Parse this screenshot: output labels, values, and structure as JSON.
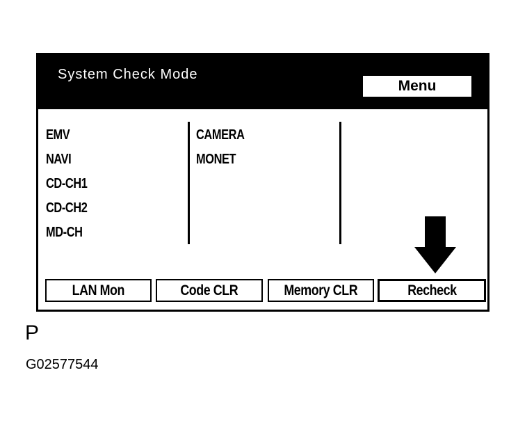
{
  "screen": {
    "title": "System Check Mode",
    "menu_label": "Menu",
    "column1": [
      "EMV",
      "NAVI",
      "CD-CH1",
      "CD-CH2",
      "MD-CH"
    ],
    "column2": [
      "CAMERA",
      "MONET"
    ],
    "buttons": {
      "lan_mon": "LAN Mon",
      "code_clr": "Code CLR",
      "memory_clr": "Memory CLR",
      "recheck": "Recheck"
    },
    "pointer_icon": "arrow-down-icon"
  },
  "footer": {
    "p_label": "P",
    "figure_id": "G02577544"
  }
}
